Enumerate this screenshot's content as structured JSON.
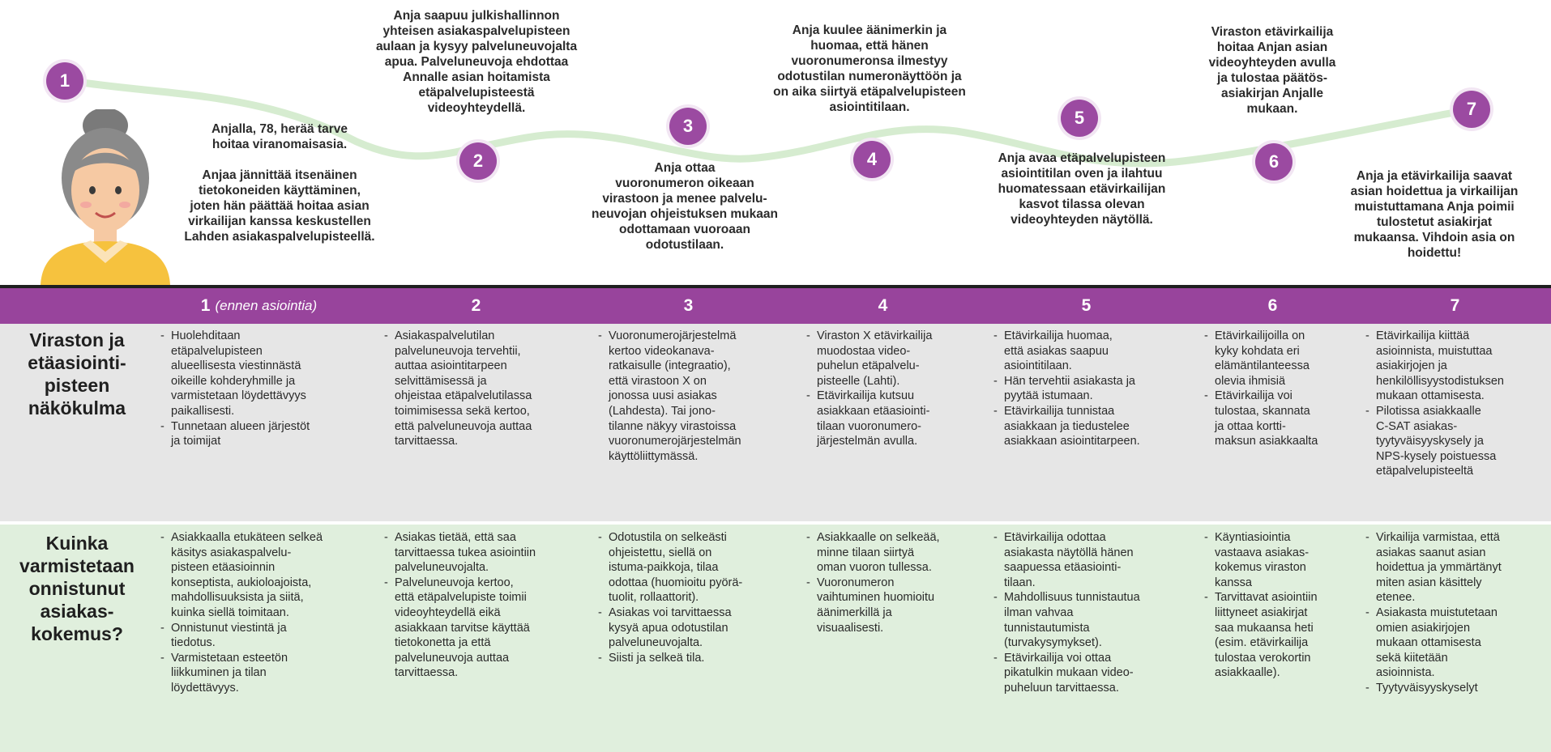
{
  "journey": {
    "steps": [
      {
        "num": "1",
        "text": "Anjalla, 78, herää tarve\nhoitaa viranomaisasia.\n\nAnjaa jännittää itsenäinen\ntietokoneiden käyttäminen,\njoten hän päättää hoitaa asian\nvirkailijan kanssa keskustellen\nLahden asiakaspalvelupisteellä."
      },
      {
        "num": "2",
        "text": "Anja saapuu julkishallinnon\nyhteisen asiakaspalvelupisteen\naulaan ja kysyy palveluneuvojalta\napua. Palveluneuvoja ehdottaa\nAnnalle asian hoitamista\netäpalvelupisteestä\nvideoyhteydellä."
      },
      {
        "num": "3",
        "text": "Anja ottaa\nvuoronumeron oikeaan\nvirastoon ja menee palvelu-\nneuvojan ohjeistuksen mukaan\nodottamaan vuoroaan\nodotustilaan."
      },
      {
        "num": "4",
        "text": "Anja kuulee äänimerkin ja\nhuomaa, että hänen\nvuoronumeronsa ilmestyy\nodotustilan numeronäyttöön ja\non aika siirtyä etäpalvelupisteen\nasiointitilaan."
      },
      {
        "num": "5",
        "text": "Anja avaa etäpalvelupisteen\nasiointitilan oven ja ilahtuu\nhuomatessaan etävirkailijan\nkasvot tilassa olevan\nvideoyhteyden näytöllä."
      },
      {
        "num": "6",
        "text": "Viraston etävirkailija\nhoitaa Anjan asian\nvideoyhteyden avulla\nja tulostaa päätös-\nasiakirjan Anjalle\nmukaan."
      },
      {
        "num": "7",
        "text": "Anja ja etävirkailija saavat\nasian hoidettua ja virkailijan\nmuistuttamana Anja poimii\ntulostetut asiakirjat\nmukaansa. Vihdoin asia on\nhoidettu!"
      }
    ]
  },
  "table": {
    "columns": [
      {
        "num": "1",
        "sub": "(ennen asiointia)"
      },
      {
        "num": "2",
        "sub": ""
      },
      {
        "num": "3",
        "sub": ""
      },
      {
        "num": "4",
        "sub": ""
      },
      {
        "num": "5",
        "sub": ""
      },
      {
        "num": "6",
        "sub": ""
      },
      {
        "num": "7",
        "sub": ""
      }
    ],
    "row1": {
      "label": "Viraston ja\netäasiointi-\npisteen\nnäkökulma",
      "cells": [
        [
          "Huolehditaan\netäpalvelupisteen\nalueellisesta viestinnästä\noikeille kohderyhmille ja\nvarmistetaan löydettävyys\npaikallisesti.",
          "Tunnetaan alueen järjestöt\nja toimijat"
        ],
        [
          "Asiakaspalvelutilan\npalveluneuvoja tervehtii,\nauttaa asiointitarpeen\nselvittämisessä ja\nohjeistaa etäpalvelutilassa\ntoimimisessa sekä kertoo,\nettä palveluneuvoja auttaa\ntarvittaessa."
        ],
        [
          "Vuoronumerojärjestelmä\nkertoo videokanava-\nratkaisulle (integraatio),\nettä virastoon X on\njonossa uusi asiakas\n(Lahdesta). Tai jono-\ntilanne näkyy virastoissa\nvuoronumerojärjestelmän\nkäyttöliittymässä."
        ],
        [
          "Viraston X etävirkailija\nmuodostaa video-\npuhelun etäpalvelu-\npisteelle (Lahti).",
          "Etävirkailija kutsuu\nasiakkaan etäasiointi-\ntilaan vuoronumero-\njärjestelmän avulla."
        ],
        [
          "Etävirkailija huomaa,\nettä asiakas saapuu\nasiointitilaan.",
          "Hän tervehtii asiakasta ja\npyytää istumaan.",
          "Etävirkailija tunnistaa\nasiakkaan ja tiedustelee\nasiakkaan asiointitarpeen."
        ],
        [
          "Etävirkailijoilla on\nkyky kohdata eri\nelämäntilanteessa\nolevia ihmisiä",
          "Etävirkailija voi\ntulostaa, skannata\nja ottaa kortti-\nmaksun asiakkaalta"
        ],
        [
          "Etävirkailija kiittää\nasioinnista, muistuttaa\nasiakirjojen ja\nhenkilöllisyystodistuksen\nmukaan ottamisesta.",
          "Pilotissa asiakkaalle\nC-SAT asiakas-\ntyytyväisyyskysely ja\nNPS-kysely poistuessa\netäpalvelupisteeltä"
        ]
      ]
    },
    "row2": {
      "label": "Kuinka\nvarmistetaan\nonnistunut\nasiakas-\nkokemus?",
      "cells": [
        [
          "Asiakkaalla etukäteen selkeä\nkäsitys asiakaspalvelu-\npisteen etäasioinnin\nkonseptista, aukioloajoista,\nmahdollisuuksista ja siitä,\nkuinka siellä toimitaan.",
          "Onnistunut viestintä ja\ntiedotus.",
          "Varmistetaan esteetön\nliikkuminen ja tilan\nlöydettävyys."
        ],
        [
          "Asiakas tietää, että saa\ntarvittaessa tukea asiointiin\npalveluneuvojalta.",
          "Palveluneuvoja kertoo,\nettä etäpalvelupiste toimii\nvideoyhteydellä eikä\nasiakkaan tarvitse käyttää\ntietokonetta ja että\npalveluneuvoja auttaa\ntarvittaessa."
        ],
        [
          "Odotustila on selkeästi\nohjeistettu, siellä on\nistuma-paikkoja, tilaa\nodottaa (huomioitu pyörä-\ntuolit, rollaattorit).",
          "Asiakas voi tarvittaessa\nkysyä apua odotustilan\npalveluneuvojalta.",
          "Siisti ja selkeä tila."
        ],
        [
          "Asiakkaalle on selkeää,\nminne tilaan siirtyä\noman vuoron tullessa.",
          "Vuoronumeron\nvaihtuminen huomioitu\näänimerkillä ja\nvisuaalisesti."
        ],
        [
          "Etävirkailija odottaa\nasiakasta näytöllä hänen\nsaapuessa etäasiointi-\ntilaan.",
          "Mahdollisuus tunnistautua\nilman vahvaa\ntunnistautumista\n(turvakysymykset).",
          "Etävirkailija voi ottaa\npikatulkin mukaan video-\npuheluun tarvittaessa."
        ],
        [
          "Käyntiasiointia\nvastaava asiakas-\nkokemus viraston\nkanssa",
          "Tarvittavat asiointiin\nliittyneet asiakirjat\nsaa mukaansa heti\n(esim. etävirkailija\ntulostaa verokortin\nasiakkaalle)."
        ],
        [
          "Virkailija varmistaa, että\nasiakas saanut asian\nhoidettua ja ymmärtänyt\nmiten asian käsittely\netenee.",
          "Asiakasta muistutetaan\nomien asiakirjojen\nmukaan ottamisesta\nsekä kiitetään\nasioinnista.",
          "Tyytyväisyyskyselyt"
        ]
      ]
    }
  },
  "colors": {
    "accent": "#9b4aa1",
    "header": "#98449c",
    "path": "#d6ecd0",
    "grey_band": "#e6e6e6",
    "green_band": "#e0efdd"
  }
}
